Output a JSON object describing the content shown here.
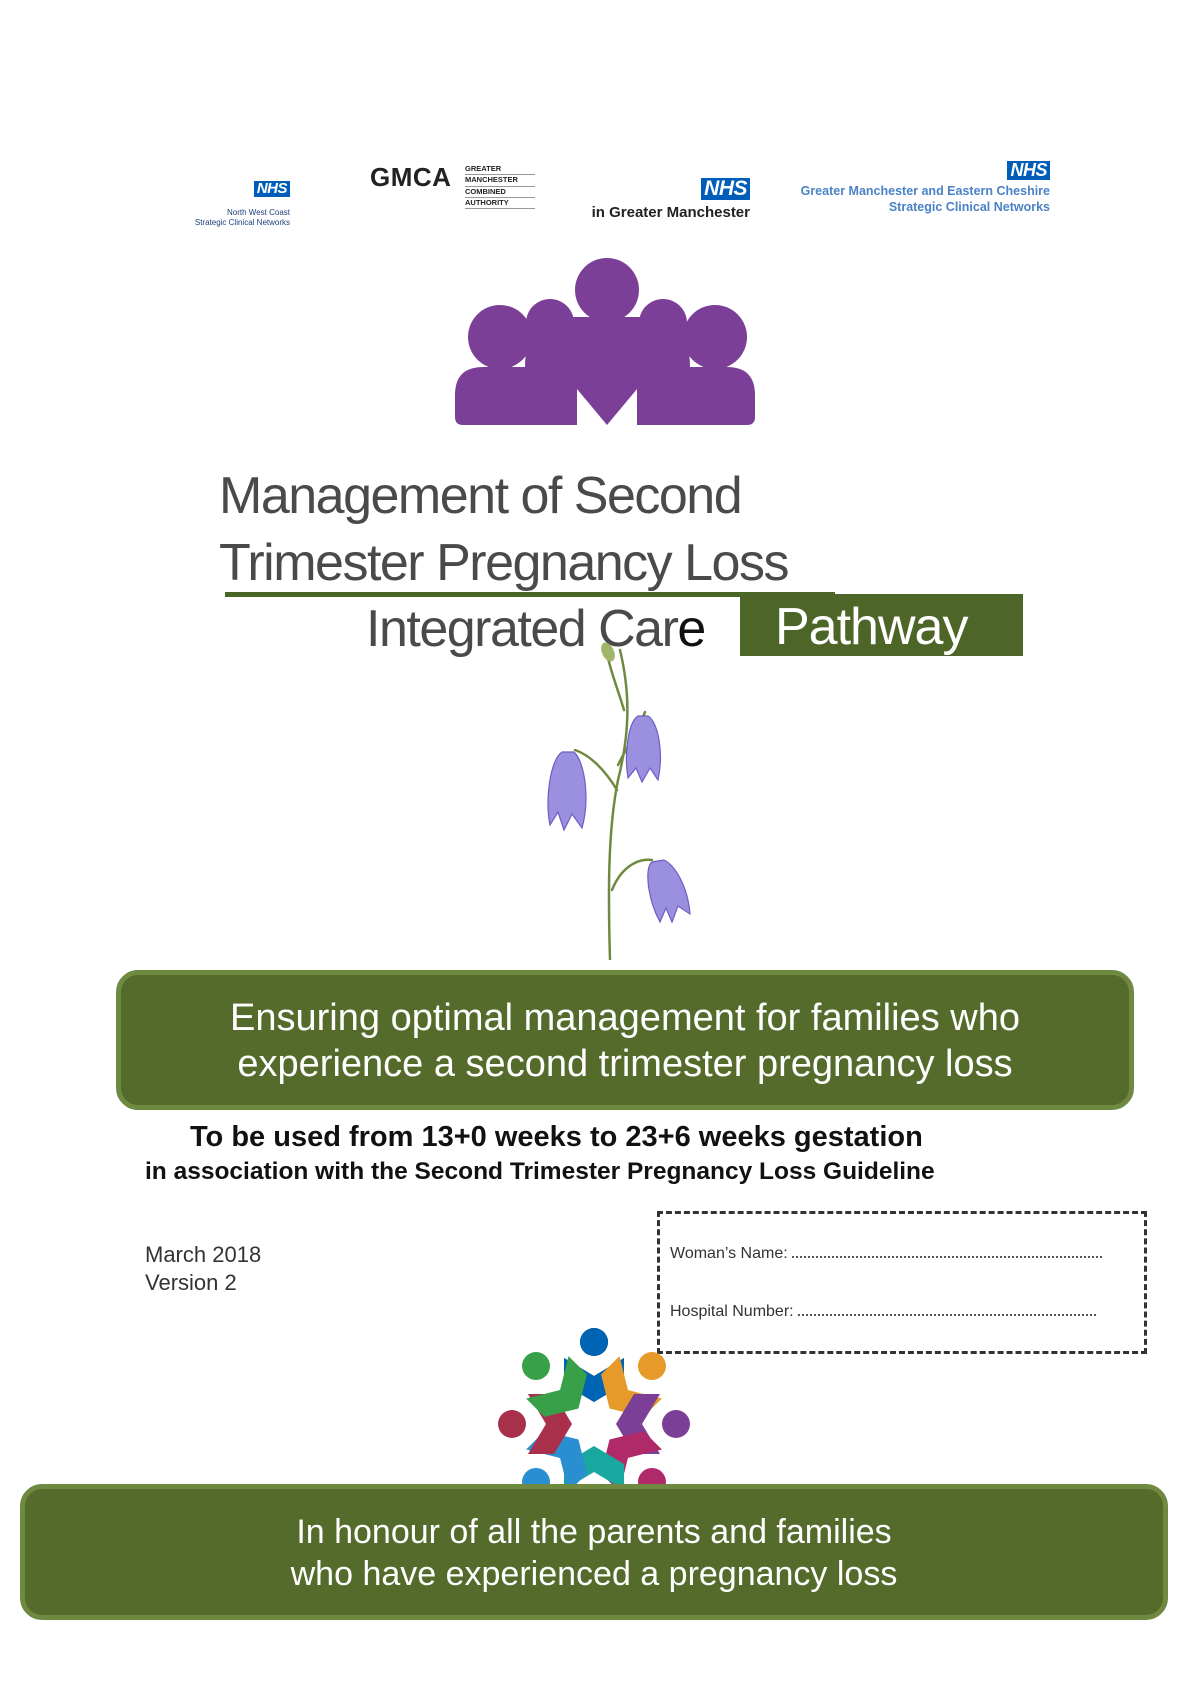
{
  "logos": {
    "nwc": {
      "badge": "NHS",
      "line1": "North West Coast",
      "line2": "Strategic Clinical Networks"
    },
    "gmca": {
      "big": "GMCA",
      "small": [
        "GREATER",
        "MANCHESTER",
        "COMBINED",
        "AUTHORITY"
      ]
    },
    "ngm": {
      "badge": "NHS",
      "text": "in Greater Manchester"
    },
    "gmec": {
      "badge": "NHS",
      "line1": "Greater Manchester and Eastern Cheshire",
      "line2": "Strategic Clinical Networks"
    }
  },
  "title": {
    "line1": "Management of Second",
    "line2": "Trimester Pregnancy Loss",
    "line3a": "Integrated Car",
    "line3b": "e",
    "pathway": "Pathway"
  },
  "banner_top": {
    "line1": "Ensuring optimal management for families who",
    "line2": "experience a second trimester pregnancy loss"
  },
  "usage": {
    "line1": "To be used from 13+0 weeks to 23+6 weeks gestation",
    "line2": "in association with the Second Trimester Pregnancy Loss Guideline"
  },
  "meta": {
    "date": "March 2018",
    "version": "Version 2"
  },
  "patient": {
    "name_label": "Woman’s Name:",
    "hospital_label": "Hospital Number:"
  },
  "banner_bottom": {
    "line1": "In honour of all the parents and families",
    "line2": "who have experienced a pregnancy loss"
  },
  "colors": {
    "brand_green": "#546b2c",
    "brand_purple": "#7b3f98",
    "nhs_blue": "#005eb8",
    "flower": "#9b8fe0"
  }
}
